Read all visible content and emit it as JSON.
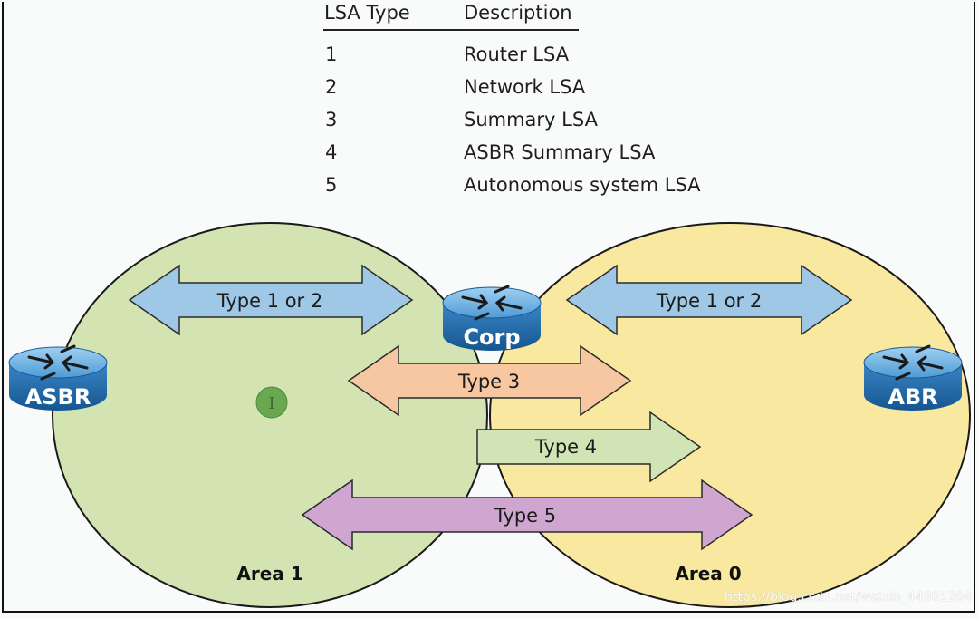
{
  "table": {
    "header": {
      "type": "LSA Type",
      "description": "Description"
    },
    "rows": [
      {
        "type": "1",
        "description": "Router LSA"
      },
      {
        "type": "2",
        "description": "Network LSA"
      },
      {
        "type": "3",
        "description": "Summary LSA"
      },
      {
        "type": "4",
        "description": "ASBR Summary LSA"
      },
      {
        "type": "5",
        "description": "Autonomous system LSA"
      }
    ]
  },
  "areas": {
    "left": "Area 1",
    "right": "Area 0"
  },
  "routers": {
    "left": "ASBR",
    "center": "Corp",
    "right": "ABR"
  },
  "arrows": {
    "area1_internal": "Type 1 or 2",
    "area0_internal": "Type 1 or 2",
    "type3": "Type 3",
    "type4": "Type 4",
    "type5": "Type 5"
  },
  "cursor_glyph": "I",
  "watermark": "https://blog.csdn.net/weixin_44901204",
  "colors": {
    "area1_fill": "#d3e3b2",
    "area0_fill": "#f9e9a0",
    "type12_arrow": "#9fc8e6",
    "type3_arrow": "#f6c7a1",
    "type4_arrow": "#d1e4b6",
    "type5_arrow": "#cfa6cf",
    "router_blue": "#1f6fae"
  }
}
